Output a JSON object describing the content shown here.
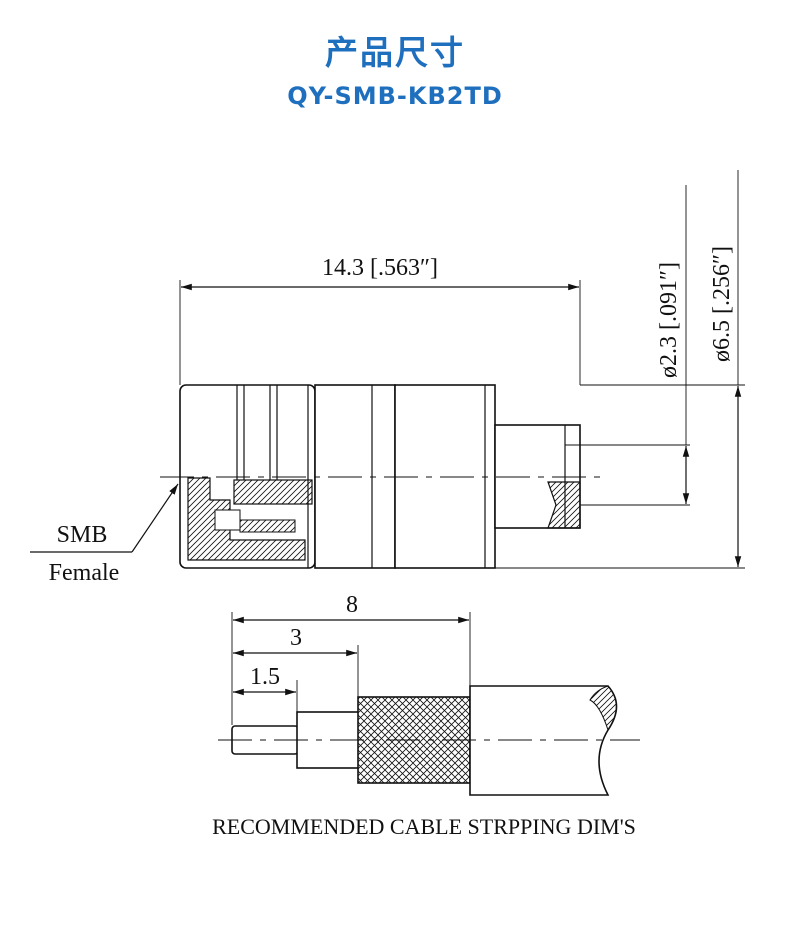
{
  "header": {
    "title": "产品尺寸",
    "model": "QY-SMB-KB2TD"
  },
  "drawing": {
    "length_dim": "14.3 [.563″]",
    "dia_inner_dim": "ø2.3 [.091″]",
    "dia_outer_dim": "ø6.5 [.256″]",
    "connector_label_1": "SMB",
    "connector_label_2": "Female"
  },
  "stripping": {
    "dim_total": "8",
    "dim_mid": "3",
    "dim_small": "1.5",
    "caption": "RECOMMENDED CABLE STRPPING DIM'S"
  }
}
